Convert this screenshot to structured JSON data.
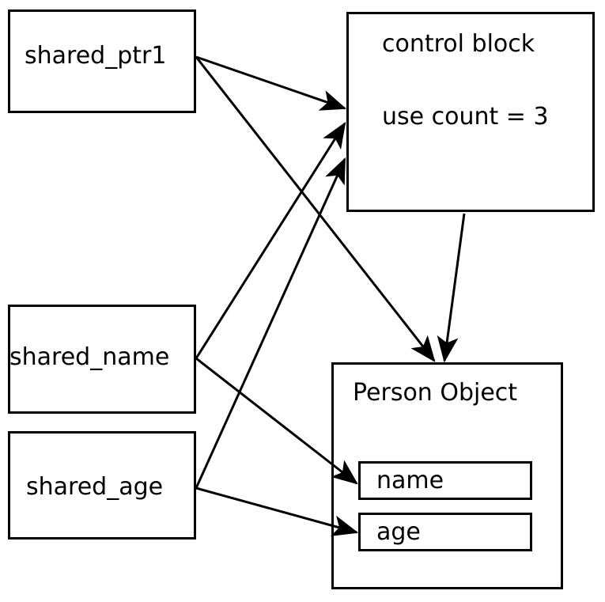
{
  "diagram": {
    "title": "shared_ptr control block and Person object ownership diagram",
    "colors": {
      "stroke": "#000000",
      "background": "#ffffff",
      "text": "#000000"
    },
    "nodes": {
      "shared_ptr1": {
        "label": "shared_ptr1"
      },
      "shared_name": {
        "label": "shared_name"
      },
      "shared_age": {
        "label": "shared_age"
      },
      "control_block": {
        "title": "control block",
        "use_count": "use count = 3"
      },
      "person_object": {
        "title": "Person Object",
        "fields": [
          {
            "label": "name"
          },
          {
            "label": "age"
          }
        ]
      }
    },
    "edges": [
      {
        "name": "shared-ptr1-to-control-block",
        "from": "shared_ptr1",
        "to": "control_block"
      },
      {
        "name": "shared-ptr1-to-person-object",
        "from": "shared_ptr1",
        "to": "person_object"
      },
      {
        "name": "shared-name-to-control-block",
        "from": "shared_name",
        "to": "control_block"
      },
      {
        "name": "shared-name-to-name-field",
        "from": "shared_name",
        "to": "name"
      },
      {
        "name": "shared-age-to-control-block",
        "from": "shared_age",
        "to": "control_block"
      },
      {
        "name": "shared-age-to-age-field",
        "from": "shared_age",
        "to": "age"
      },
      {
        "name": "control-block-to-person-object",
        "from": "control_block",
        "to": "person_object"
      }
    ]
  }
}
